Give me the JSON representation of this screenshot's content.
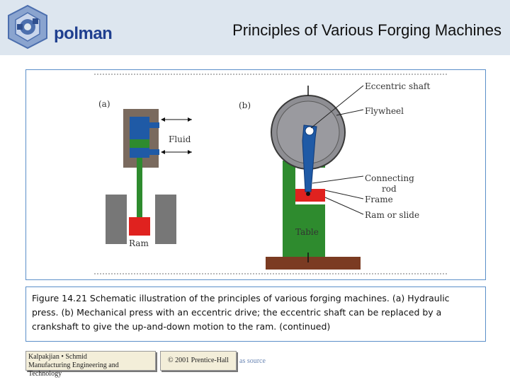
{
  "header": {
    "logo_text": "polman",
    "title": "Principles of Various Forging Machines"
  },
  "figure": {
    "panel_a_label": "(a)",
    "panel_b_label": "(b)",
    "a_fluid_label": "Fluid",
    "a_ram_label": "Ram",
    "b_labels": {
      "eccentric_shaft": "Eccentric  shaft",
      "flywheel": "Flywheel",
      "connecting": "Connecting",
      "rod": "rod",
      "frame": "Frame",
      "ram_or_slide": "Ram   or   slide",
      "table": "Table"
    },
    "colors": {
      "blue": "#1f5aa6",
      "green": "#2e8b2e",
      "red": "#e0221f",
      "frame_brown": "#7a6a5e",
      "flywheel_gray": "#8e8e93",
      "base_brown": "#7b3b22"
    }
  },
  "caption": {
    "text": "Figure 14.21 Schematic illustration of the principles of various forging machines. (a) Hydraulic press. (b) Mechanical press with an eccentric drive; the eccentric shaft can be replaced by a crankshaft to give the up-and-down motion to the ram. (continued)"
  },
  "footer": {
    "book_line1": "Kalpakjian • Schmid",
    "book_line2": "Manufacturing Engineering and Technology",
    "copyright": "© 2001 Prentice-Hall",
    "source": "as source"
  }
}
